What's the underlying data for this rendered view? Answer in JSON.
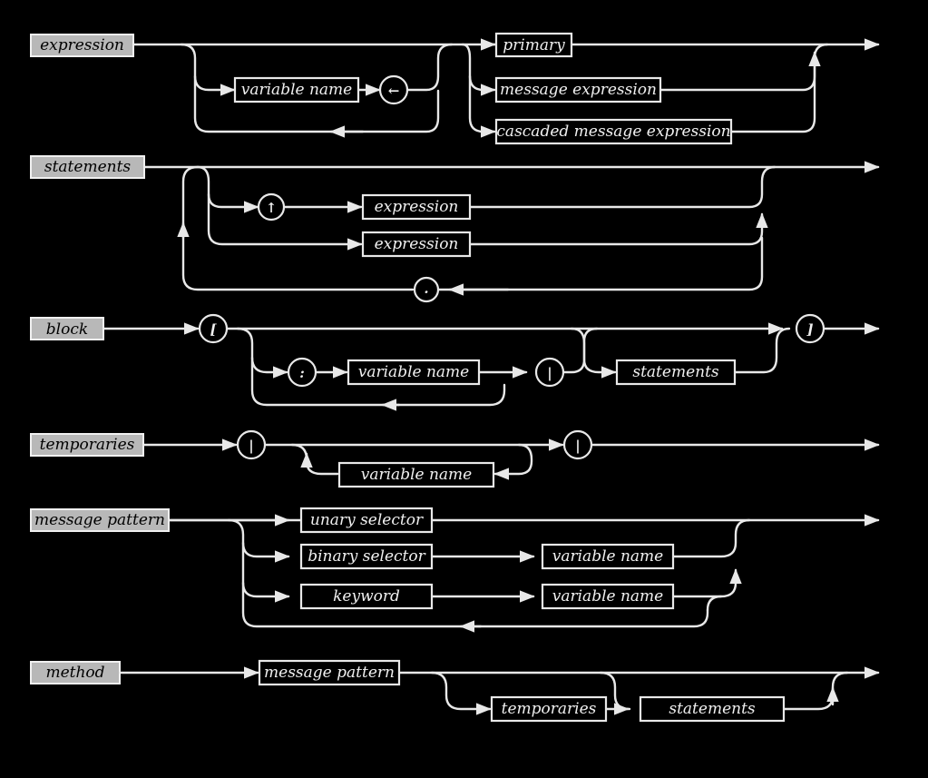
{
  "rules": {
    "expression": {
      "name": "expression",
      "assign_var": "variable name",
      "assign_symbol": "←",
      "primary": "primary",
      "message": "message expression",
      "cascaded": "cascaded message expression"
    },
    "statements": {
      "name": "statements",
      "return_symbol": "↑",
      "first_expr": "expression",
      "second_expr": "expression",
      "separator": "."
    },
    "block": {
      "name": "block",
      "open": "[",
      "colon": ":",
      "var": "variable name",
      "bar": "|",
      "statements": "statements",
      "close": "]"
    },
    "temporaries": {
      "name": "temporaries",
      "open_bar": "|",
      "var": "variable name",
      "close_bar": "|"
    },
    "message_pattern": {
      "name": "message pattern",
      "unary": "unary selector",
      "binary": "binary selector",
      "binary_var": "variable name",
      "keyword": "keyword",
      "keyword_var": "variable name"
    },
    "method": {
      "name": "method",
      "pattern": "message pattern",
      "temporaries": "temporaries",
      "statements": "statements"
    }
  }
}
